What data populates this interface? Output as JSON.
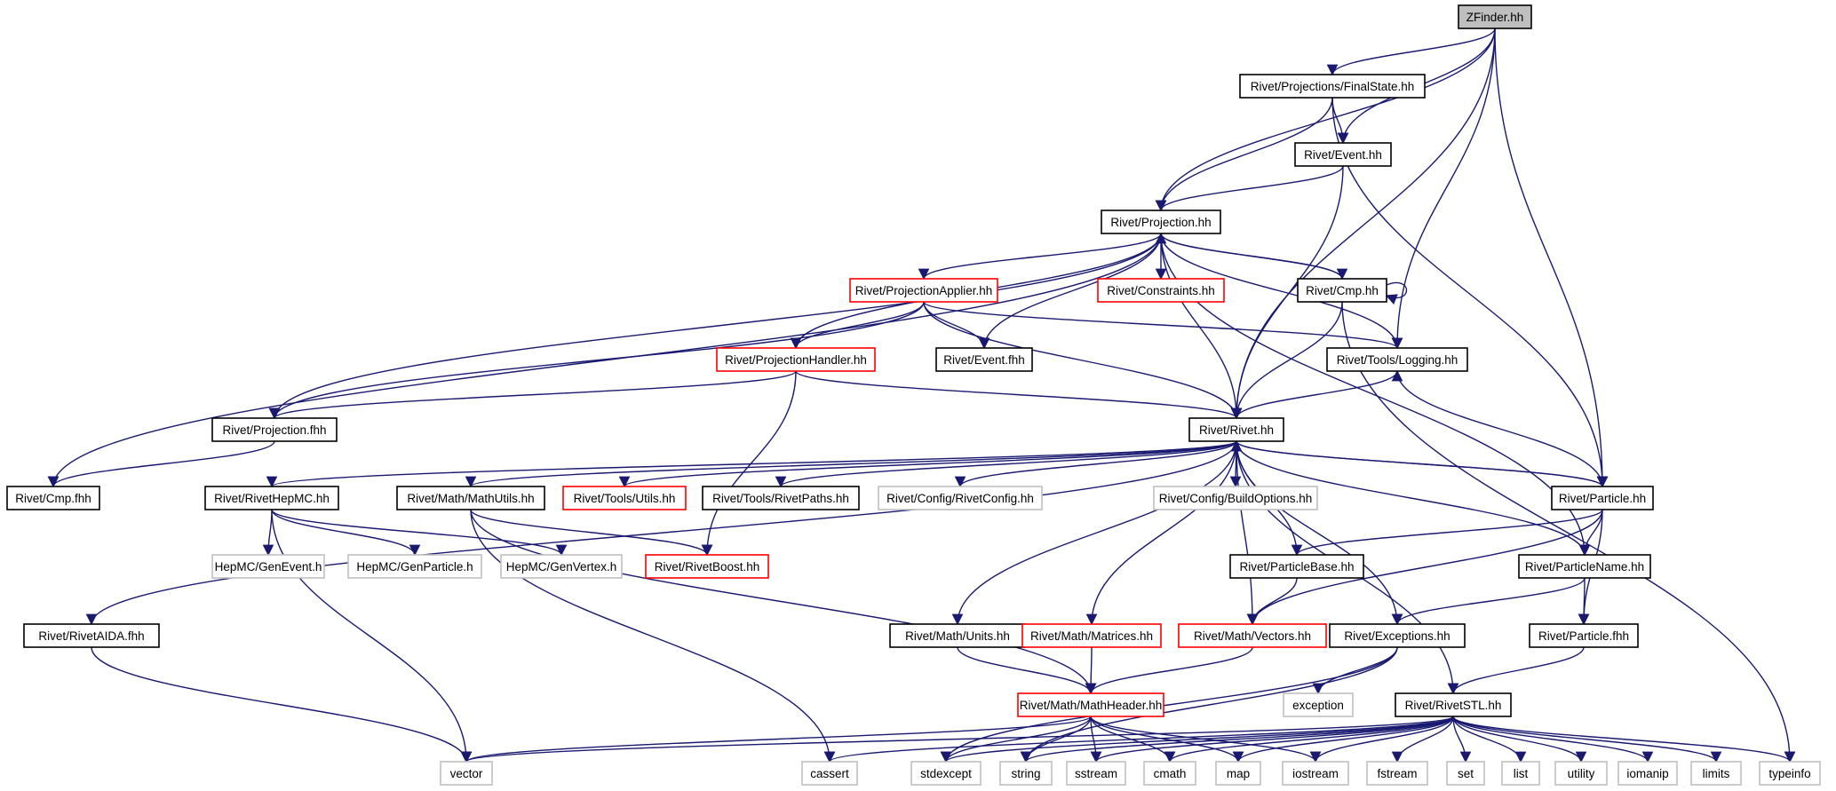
{
  "colors": {
    "edge": "#191970",
    "border_normal": "#000000",
    "border_truncated": "#ff0000",
    "border_system": "#bfbfbf",
    "root_fill": "#bfbfbf",
    "background": "#ffffff"
  },
  "nodes": [
    {
      "id": "zfinder",
      "label": "ZFinder.hh",
      "kind": "root"
    },
    {
      "id": "finalstate",
      "label": "Rivet/Projections/FinalState.hh",
      "kind": "normal"
    },
    {
      "id": "event",
      "label": "Rivet/Event.hh",
      "kind": "normal"
    },
    {
      "id": "projection",
      "label": "Rivet/Projection.hh",
      "kind": "normal"
    },
    {
      "id": "projapplier",
      "label": "Rivet/ProjectionApplier.hh",
      "kind": "truncated"
    },
    {
      "id": "constraints",
      "label": "Rivet/Constraints.hh",
      "kind": "truncated"
    },
    {
      "id": "cmp",
      "label": "Rivet/Cmp.hh",
      "kind": "normal"
    },
    {
      "id": "projhandler",
      "label": "Rivet/ProjectionHandler.hh",
      "kind": "truncated"
    },
    {
      "id": "eventfhh",
      "label": "Rivet/Event.fhh",
      "kind": "normal"
    },
    {
      "id": "logging",
      "label": "Rivet/Tools/Logging.hh",
      "kind": "normal"
    },
    {
      "id": "projfhh",
      "label": "Rivet/Projection.fhh",
      "kind": "normal"
    },
    {
      "id": "rivet",
      "label": "Rivet/Rivet.hh",
      "kind": "normal"
    },
    {
      "id": "cmpfhh",
      "label": "Rivet/Cmp.fhh",
      "kind": "normal"
    },
    {
      "id": "hepmc",
      "label": "Rivet/RivetHepMC.hh",
      "kind": "normal"
    },
    {
      "id": "mathutils",
      "label": "Rivet/Math/MathUtils.hh",
      "kind": "normal"
    },
    {
      "id": "utils",
      "label": "Rivet/Tools/Utils.hh",
      "kind": "truncated"
    },
    {
      "id": "rivetpaths",
      "label": "Rivet/Tools/RivetPaths.hh",
      "kind": "normal"
    },
    {
      "id": "rivetconfig",
      "label": "Rivet/Config/RivetConfig.hh",
      "kind": "system"
    },
    {
      "id": "buildopts",
      "label": "Rivet/Config/BuildOptions.hh",
      "kind": "system"
    },
    {
      "id": "particle",
      "label": "Rivet/Particle.hh",
      "kind": "normal"
    },
    {
      "id": "genevent",
      "label": "HepMC/GenEvent.h",
      "kind": "system"
    },
    {
      "id": "genparticle",
      "label": "HepMC/GenParticle.h",
      "kind": "system"
    },
    {
      "id": "genvertex",
      "label": "HepMC/GenVertex.h",
      "kind": "system"
    },
    {
      "id": "rivetboost",
      "label": "Rivet/RivetBoost.hh",
      "kind": "truncated"
    },
    {
      "id": "particlebase",
      "label": "Rivet/ParticleBase.hh",
      "kind": "normal"
    },
    {
      "id": "particlename",
      "label": "Rivet/ParticleName.hh",
      "kind": "normal"
    },
    {
      "id": "aida",
      "label": "Rivet/RivetAIDA.fhh",
      "kind": "normal"
    },
    {
      "id": "units",
      "label": "Rivet/Math/Units.hh",
      "kind": "normal"
    },
    {
      "id": "matrices",
      "label": "Rivet/Math/Matrices.hh",
      "kind": "truncated"
    },
    {
      "id": "vectors",
      "label": "Rivet/Math/Vectors.hh",
      "kind": "truncated"
    },
    {
      "id": "exceptions",
      "label": "Rivet/Exceptions.hh",
      "kind": "normal"
    },
    {
      "id": "particlefhh",
      "label": "Rivet/Particle.fhh",
      "kind": "normal"
    },
    {
      "id": "mathheader",
      "label": "Rivet/Math/MathHeader.hh",
      "kind": "truncated"
    },
    {
      "id": "exception",
      "label": "exception",
      "kind": "system"
    },
    {
      "id": "rivetstl",
      "label": "Rivet/RivetSTL.hh",
      "kind": "normal"
    },
    {
      "id": "vector",
      "label": "vector",
      "kind": "system"
    },
    {
      "id": "cassert",
      "label": "cassert",
      "kind": "system"
    },
    {
      "id": "stdexcept",
      "label": "stdexcept",
      "kind": "system"
    },
    {
      "id": "string",
      "label": "string",
      "kind": "system"
    },
    {
      "id": "sstream",
      "label": "sstream",
      "kind": "system"
    },
    {
      "id": "cmath",
      "label": "cmath",
      "kind": "system"
    },
    {
      "id": "map",
      "label": "map",
      "kind": "system"
    },
    {
      "id": "iostream",
      "label": "iostream",
      "kind": "system"
    },
    {
      "id": "fstream",
      "label": "fstream",
      "kind": "system"
    },
    {
      "id": "set",
      "label": "set",
      "kind": "system"
    },
    {
      "id": "list",
      "label": "list",
      "kind": "system"
    },
    {
      "id": "utility",
      "label": "utility",
      "kind": "system"
    },
    {
      "id": "iomanip",
      "label": "iomanip",
      "kind": "system"
    },
    {
      "id": "limits",
      "label": "limits",
      "kind": "system"
    },
    {
      "id": "typeinfo",
      "label": "typeinfo",
      "kind": "system"
    }
  ],
  "edges": [
    [
      "zfinder",
      "finalstate"
    ],
    [
      "zfinder",
      "event"
    ],
    [
      "zfinder",
      "projection"
    ],
    [
      "zfinder",
      "rivet"
    ],
    [
      "zfinder",
      "logging"
    ],
    [
      "zfinder",
      "particle"
    ],
    [
      "finalstate",
      "event"
    ],
    [
      "finalstate",
      "projection"
    ],
    [
      "finalstate",
      "particle"
    ],
    [
      "event",
      "projection"
    ],
    [
      "event",
      "rivet"
    ],
    [
      "projection",
      "projapplier"
    ],
    [
      "projection",
      "constraints"
    ],
    [
      "projection",
      "cmp"
    ],
    [
      "projection",
      "projhandler"
    ],
    [
      "projection",
      "eventfhh"
    ],
    [
      "projection",
      "logging"
    ],
    [
      "projection",
      "projfhh"
    ],
    [
      "projection",
      "rivet"
    ],
    [
      "projection",
      "cmpfhh"
    ],
    [
      "projection",
      "particlename"
    ],
    [
      "projapplier",
      "projhandler"
    ],
    [
      "projapplier",
      "eventfhh"
    ],
    [
      "projapplier",
      "logging"
    ],
    [
      "projapplier",
      "projfhh"
    ],
    [
      "projapplier",
      "rivet"
    ],
    [
      "cmp",
      "projection"
    ],
    [
      "cmp",
      "cmp"
    ],
    [
      "cmp",
      "rivet"
    ],
    [
      "cmp",
      "typeinfo"
    ],
    [
      "projhandler",
      "projfhh"
    ],
    [
      "projhandler",
      "rivet"
    ],
    [
      "projhandler",
      "rivetboost"
    ],
    [
      "logging",
      "rivet"
    ],
    [
      "projfhh",
      "cmpfhh"
    ],
    [
      "rivet",
      "hepmc"
    ],
    [
      "rivet",
      "mathutils"
    ],
    [
      "rivet",
      "utils"
    ],
    [
      "rivet",
      "rivetpaths"
    ],
    [
      "rivet",
      "rivetconfig"
    ],
    [
      "rivet",
      "buildopts"
    ],
    [
      "rivet",
      "particle"
    ],
    [
      "rivet",
      "aida"
    ],
    [
      "rivet",
      "units"
    ],
    [
      "rivet",
      "matrices"
    ],
    [
      "rivet",
      "vectors"
    ],
    [
      "rivet",
      "exceptions"
    ],
    [
      "rivet",
      "rivetstl"
    ],
    [
      "rivet",
      "particlename"
    ],
    [
      "particle",
      "rivet"
    ],
    [
      "particle",
      "logging"
    ],
    [
      "particle",
      "particlebase"
    ],
    [
      "particle",
      "particlename"
    ],
    [
      "particle",
      "particlefhh"
    ],
    [
      "particle",
      "vectors"
    ],
    [
      "hepmc",
      "genevent"
    ],
    [
      "hepmc",
      "genparticle"
    ],
    [
      "hepmc",
      "genvertex"
    ],
    [
      "hepmc",
      "vector"
    ],
    [
      "mathutils",
      "rivetboost"
    ],
    [
      "mathutils",
      "mathheader"
    ],
    [
      "mathutils",
      "cassert"
    ],
    [
      "particlebase",
      "rivet"
    ],
    [
      "particlebase",
      "vectors"
    ],
    [
      "particlename",
      "exceptions"
    ],
    [
      "particlename",
      "particlefhh"
    ],
    [
      "aida",
      "vector"
    ],
    [
      "units",
      "mathheader"
    ],
    [
      "matrices",
      "mathheader"
    ],
    [
      "vectors",
      "mathheader"
    ],
    [
      "exceptions",
      "exception"
    ],
    [
      "exceptions",
      "stdexcept"
    ],
    [
      "exceptions",
      "string"
    ],
    [
      "particlefhh",
      "rivetstl"
    ],
    [
      "mathheader",
      "vector"
    ],
    [
      "mathheader",
      "stdexcept"
    ],
    [
      "mathheader",
      "string"
    ],
    [
      "mathheader",
      "sstream"
    ],
    [
      "mathheader",
      "cmath"
    ],
    [
      "mathheader",
      "map"
    ],
    [
      "mathheader",
      "iostream"
    ],
    [
      "rivetstl",
      "vector"
    ],
    [
      "rivetstl",
      "cassert"
    ],
    [
      "rivetstl",
      "stdexcept"
    ],
    [
      "rivetstl",
      "string"
    ],
    [
      "rivetstl",
      "sstream"
    ],
    [
      "rivetstl",
      "cmath"
    ],
    [
      "rivetstl",
      "map"
    ],
    [
      "rivetstl",
      "iostream"
    ],
    [
      "rivetstl",
      "fstream"
    ],
    [
      "rivetstl",
      "set"
    ],
    [
      "rivetstl",
      "list"
    ],
    [
      "rivetstl",
      "utility"
    ],
    [
      "rivetstl",
      "iomanip"
    ],
    [
      "rivetstl",
      "limits"
    ],
    [
      "rivetstl",
      "typeinfo"
    ]
  ]
}
